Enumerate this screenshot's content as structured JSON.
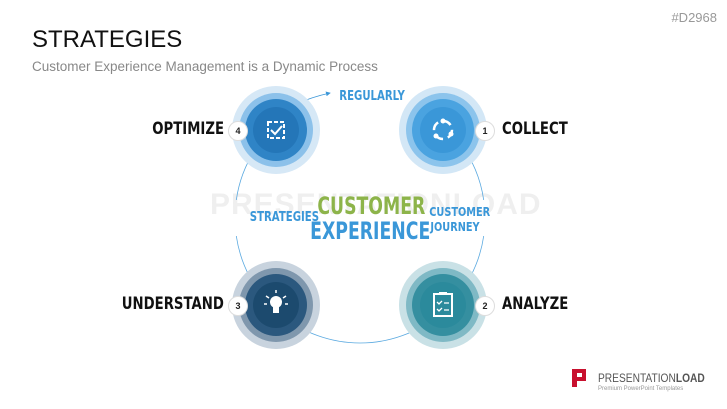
{
  "header": {
    "title": "STRATEGIES",
    "subtitle": "Customer Experience Management is a Dynamic Process",
    "code": "#D2968"
  },
  "center": {
    "line1": "CUSTOMER",
    "line2": "EXPERIENCE"
  },
  "arc_labels": {
    "top": "REGULARLY",
    "left": "STRATEGIES",
    "right_1": "CUSTOMER",
    "right_2": "JOURNEY"
  },
  "steps": [
    {
      "num": "1",
      "label": "COLLECT",
      "icon": "cycle-icon",
      "color": "#3a97d8"
    },
    {
      "num": "2",
      "label": "ANALYZE",
      "icon": "clipboard-check-icon",
      "color": "#2b8a9c"
    },
    {
      "num": "3",
      "label": "UNDERSTAND",
      "icon": "lightbulb-icon",
      "color": "#1c4a6e"
    },
    {
      "num": "4",
      "label": "OPTIMIZE",
      "icon": "checkbox-icon",
      "color": "#2476b8"
    }
  ],
  "watermark": "PRESENTATIONLOAD",
  "logo": {
    "name_light": "PRESENTATION",
    "name_bold": "LOAD",
    "tagline": "Premium PowerPoint Templates"
  }
}
